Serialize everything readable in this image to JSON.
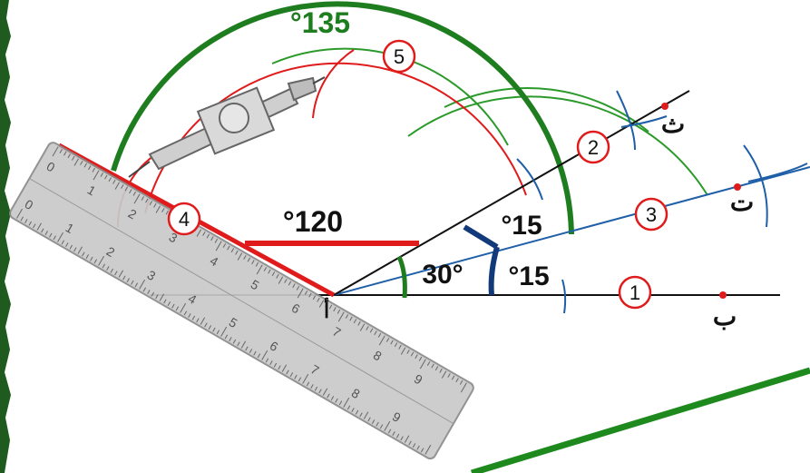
{
  "angles": {
    "a135": "°135",
    "a120": "°120",
    "a30": "30°",
    "a15_top": "°15",
    "a15_bottom": "°15"
  },
  "points": {
    "alef": "أ",
    "ba": "ب",
    "ta": "ت",
    "tha": "ث"
  },
  "steps": [
    "1",
    "2",
    "3",
    "4",
    "5"
  ],
  "ruler": {
    "top_row": [
      "0",
      "1",
      "2",
      "3",
      "4",
      "5",
      "6",
      "7",
      "8",
      "9"
    ],
    "bottom_row": [
      "0",
      "1",
      "2",
      "3",
      "4",
      "5",
      "6",
      "7",
      "8",
      "9"
    ]
  },
  "colors": {
    "green": "#1e7d1e",
    "red": "#e01b1b",
    "blue": "#1f5fa8",
    "navy": "#123a7a",
    "black": "#111111",
    "ruler": "#c9c9c9"
  }
}
